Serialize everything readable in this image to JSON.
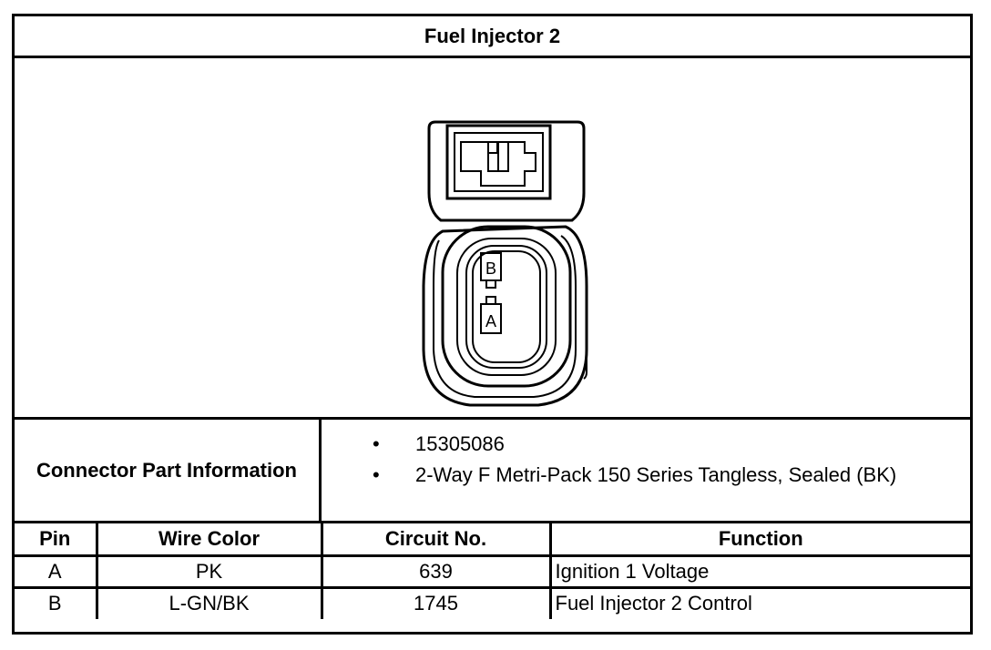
{
  "title": "Fuel Injector 2",
  "connector": {
    "pin_labels": [
      "B",
      "A"
    ]
  },
  "part_info": {
    "label": "Connector Part Information",
    "items": [
      "15305086",
      "2-Way F Metri-Pack 150 Series Tangless, Sealed (BK)"
    ]
  },
  "table": {
    "headers": [
      "Pin",
      "Wire Color",
      "Circuit No.",
      "Function"
    ],
    "rows": [
      {
        "pin": "A",
        "wire_color": "PK",
        "circuit": "639",
        "function": "Ignition 1 Voltage"
      },
      {
        "pin": "B",
        "wire_color": "L-GN/BK",
        "circuit": "1745",
        "function": "Fuel Injector 2 Control"
      }
    ]
  }
}
